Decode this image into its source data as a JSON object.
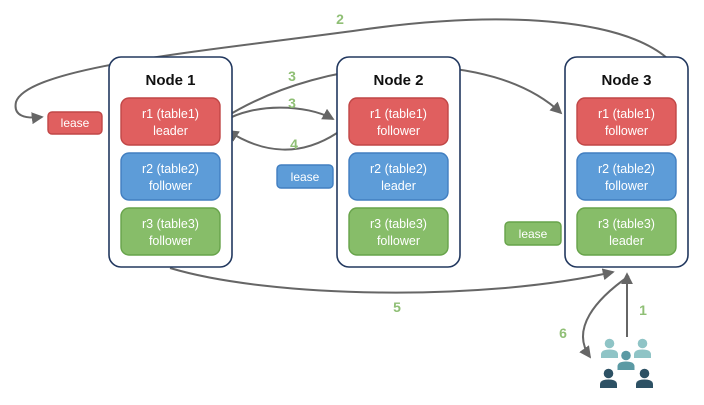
{
  "nodes": [
    {
      "title": "Node 1",
      "ranges": [
        {
          "range": "r1 (table1)",
          "role": "leader"
        },
        {
          "range": "r2 (table2)",
          "role": "follower"
        },
        {
          "range": "r3 (table3)",
          "role": "follower"
        }
      ]
    },
    {
      "title": "Node 2",
      "ranges": [
        {
          "range": "r1 (table1)",
          "role": "follower"
        },
        {
          "range": "r2 (table2)",
          "role": "leader"
        },
        {
          "range": "r3 (table3)",
          "role": "follower"
        }
      ]
    },
    {
      "title": "Node 3",
      "ranges": [
        {
          "range": "r1 (table1)",
          "role": "follower"
        },
        {
          "range": "r2 (table2)",
          "role": "follower"
        },
        {
          "range": "r3 (table3)",
          "role": "leader"
        }
      ]
    }
  ],
  "leases": [
    {
      "label": "lease",
      "color": "#e05f5f"
    },
    {
      "label": "lease",
      "color": "#5d9cd8"
    },
    {
      "label": "lease",
      "color": "#87bd69"
    }
  ],
  "steps": {
    "step1": "1",
    "step2": "2",
    "step3a": "3",
    "step3b": "3",
    "step4": "4",
    "step5": "5",
    "step6": "6"
  },
  "colors": {
    "range_red": "#e05f5f",
    "range_red_border": "#c04646",
    "range_blue": "#5d9cd8",
    "range_blue_border": "#417ec0",
    "range_green": "#87bd69",
    "range_green_border": "#67a34a",
    "node_border": "#22385f",
    "arrow": "#666666",
    "step_label": "#8fbf75",
    "clients_light": "#8fc4c6",
    "clients_mid": "#5b9aa4",
    "clients_dark": "#2d5164"
  }
}
